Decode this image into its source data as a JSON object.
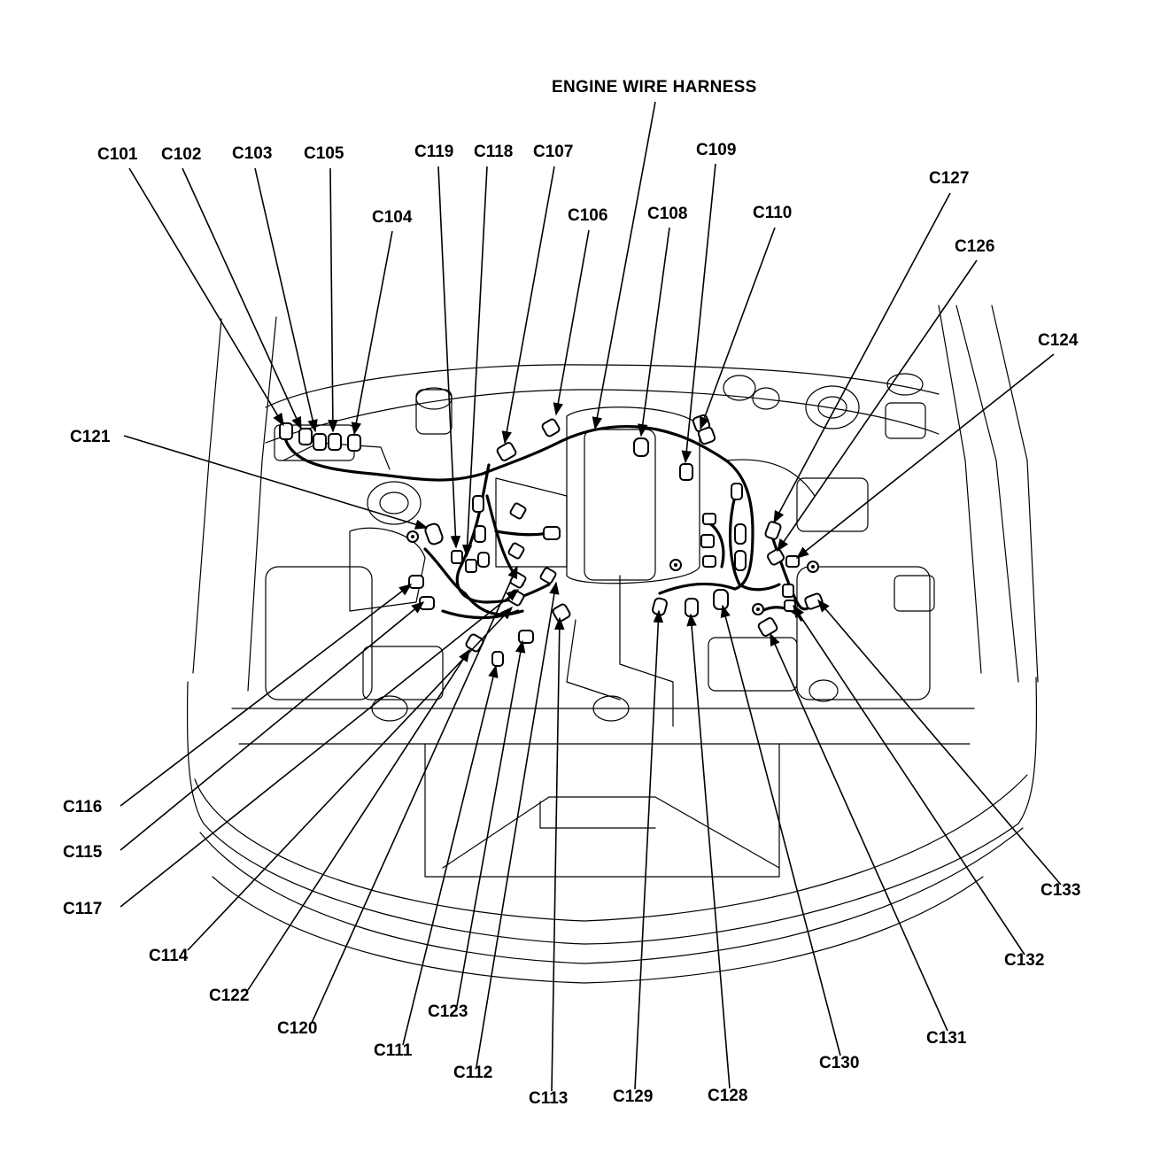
{
  "title": "ENGINE WIRE HARNESS",
  "connectors": [
    "C101",
    "C102",
    "C103",
    "C105",
    "C104",
    "C119",
    "C118",
    "C107",
    "C106",
    "C108",
    "C109",
    "C110",
    "C127",
    "C126",
    "C124",
    "C121",
    "C116",
    "C115",
    "C117",
    "C114",
    "C122",
    "C120",
    "C111",
    "C123",
    "C112",
    "C113",
    "C129",
    "C128",
    "C130",
    "C131",
    "C132",
    "C133"
  ],
  "colors": {
    "ink": "#000000",
    "background": "#ffffff"
  }
}
